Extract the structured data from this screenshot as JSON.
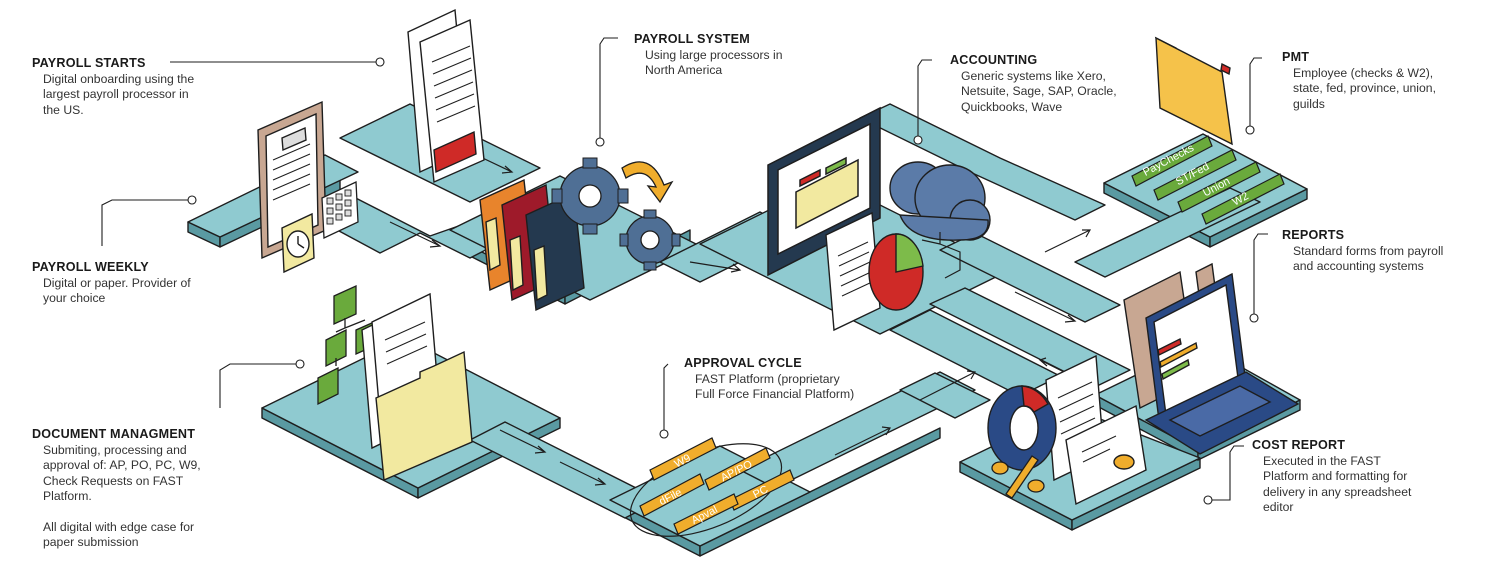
{
  "labels": {
    "payroll_starts": {
      "title": "PAYROLL STARTS",
      "body": [
        "Digital onboarding using the",
        "largest payroll processor in",
        "the US."
      ]
    },
    "payroll_weekly": {
      "title": "PAYROLL WEEKLY",
      "body": [
        "Digital or paper.  Provider of",
        "your choice"
      ]
    },
    "document_management": {
      "title": "DOCUMENT MANAGMENT",
      "body": [
        "Submiting, processing and",
        "approval of:  AP, PO, PC,  W9,",
        "Check Requests on FAST",
        "Platform."
      ],
      "note": [
        "All digital with edge case for",
        "paper submission"
      ]
    },
    "payroll_system": {
      "title": "PAYROLL SYSTEM",
      "body": [
        "Using large processors in",
        "North America"
      ]
    },
    "approval_cycle": {
      "title": "APPROVAL CYCLE",
      "body": [
        "FAST Platform  (proprietary",
        "Full Force Financial Platform)"
      ]
    },
    "accounting": {
      "title": "ACCOUNTING",
      "body": [
        "Generic systems like Xero,",
        "Netsuite, Sage, SAP, Oracle,",
        "Quickbooks, Wave"
      ]
    },
    "pmt": {
      "title": "PMT",
      "body": [
        "Employee (checks & W2),",
        "state, fed, province, union,",
        "guilds"
      ]
    },
    "reports": {
      "title": "REPORTS",
      "body": [
        "Standard forms from payroll",
        "and accounting systems"
      ]
    },
    "cost_report": {
      "title": "COST REPORT",
      "body": [
        "Executed in the FAST",
        "Platform  and formatting for",
        "delivery in any spreadsheet",
        "editor"
      ]
    }
  },
  "pmt_tags": [
    "PayChecks",
    "ST/Fed",
    "Union",
    "W2"
  ],
  "approval_tags": [
    "W9",
    "AP/PO",
    "dFile",
    "PC",
    "Apval"
  ],
  "colors": {
    "platform_top": "#8fcad0",
    "platform_side": "#5a9aa2",
    "outline": "#1e1e1e",
    "folder": "#f2e9a0",
    "binder_orange": "#e8842c",
    "binder_red": "#9e1a2a",
    "binder_navy": "#24394f",
    "gear": "#4f6f95",
    "cloud": "#5b7ba8",
    "tag_yellow": "#f0ad2c",
    "tag_green": "#6aaa3c",
    "pie_red": "#cf2a27",
    "pie_green": "#7dbb4a",
    "arrow_orange": "#f0ad2c",
    "laptop_blue": "#2a4a86"
  }
}
